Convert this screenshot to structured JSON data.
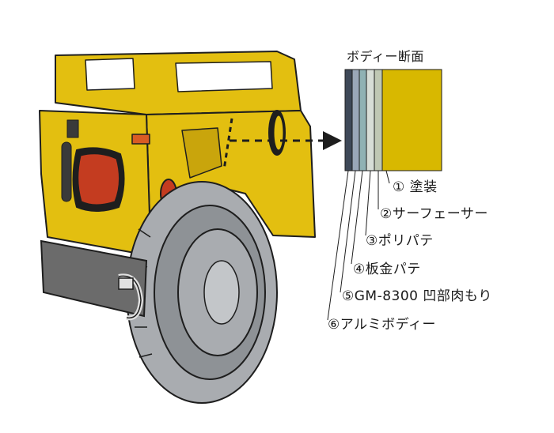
{
  "diagram": {
    "title": "ボディー断面",
    "layers": [
      {
        "label": "① 塗装",
        "color": "#d8b800"
      },
      {
        "label": "②サーフェーサー",
        "color": "#bfc8b4"
      },
      {
        "label": "③ポリパテ",
        "color": "#d7ded7"
      },
      {
        "label": "④板金パテ",
        "color": "#8fb2b4"
      },
      {
        "label": "⑤GM-8300 凹部肉もり",
        "color": "#9aa7b8"
      },
      {
        "label": "⑥アルミボディー",
        "color": "#3e4858"
      }
    ],
    "colors": {
      "body": "#e3bf10",
      "body_shadow": "#c9a50c",
      "outline": "#1e1e1e",
      "tire": "#a9acb0",
      "tire_dark": "#8e9296",
      "bumper": "#6b6b6b",
      "taillight": "#c43c20",
      "marker": "#d95b25"
    },
    "icons": [
      "vehicle-rear-illustration",
      "spare-tire",
      "tail-light",
      "arrow-right-icon"
    ]
  }
}
